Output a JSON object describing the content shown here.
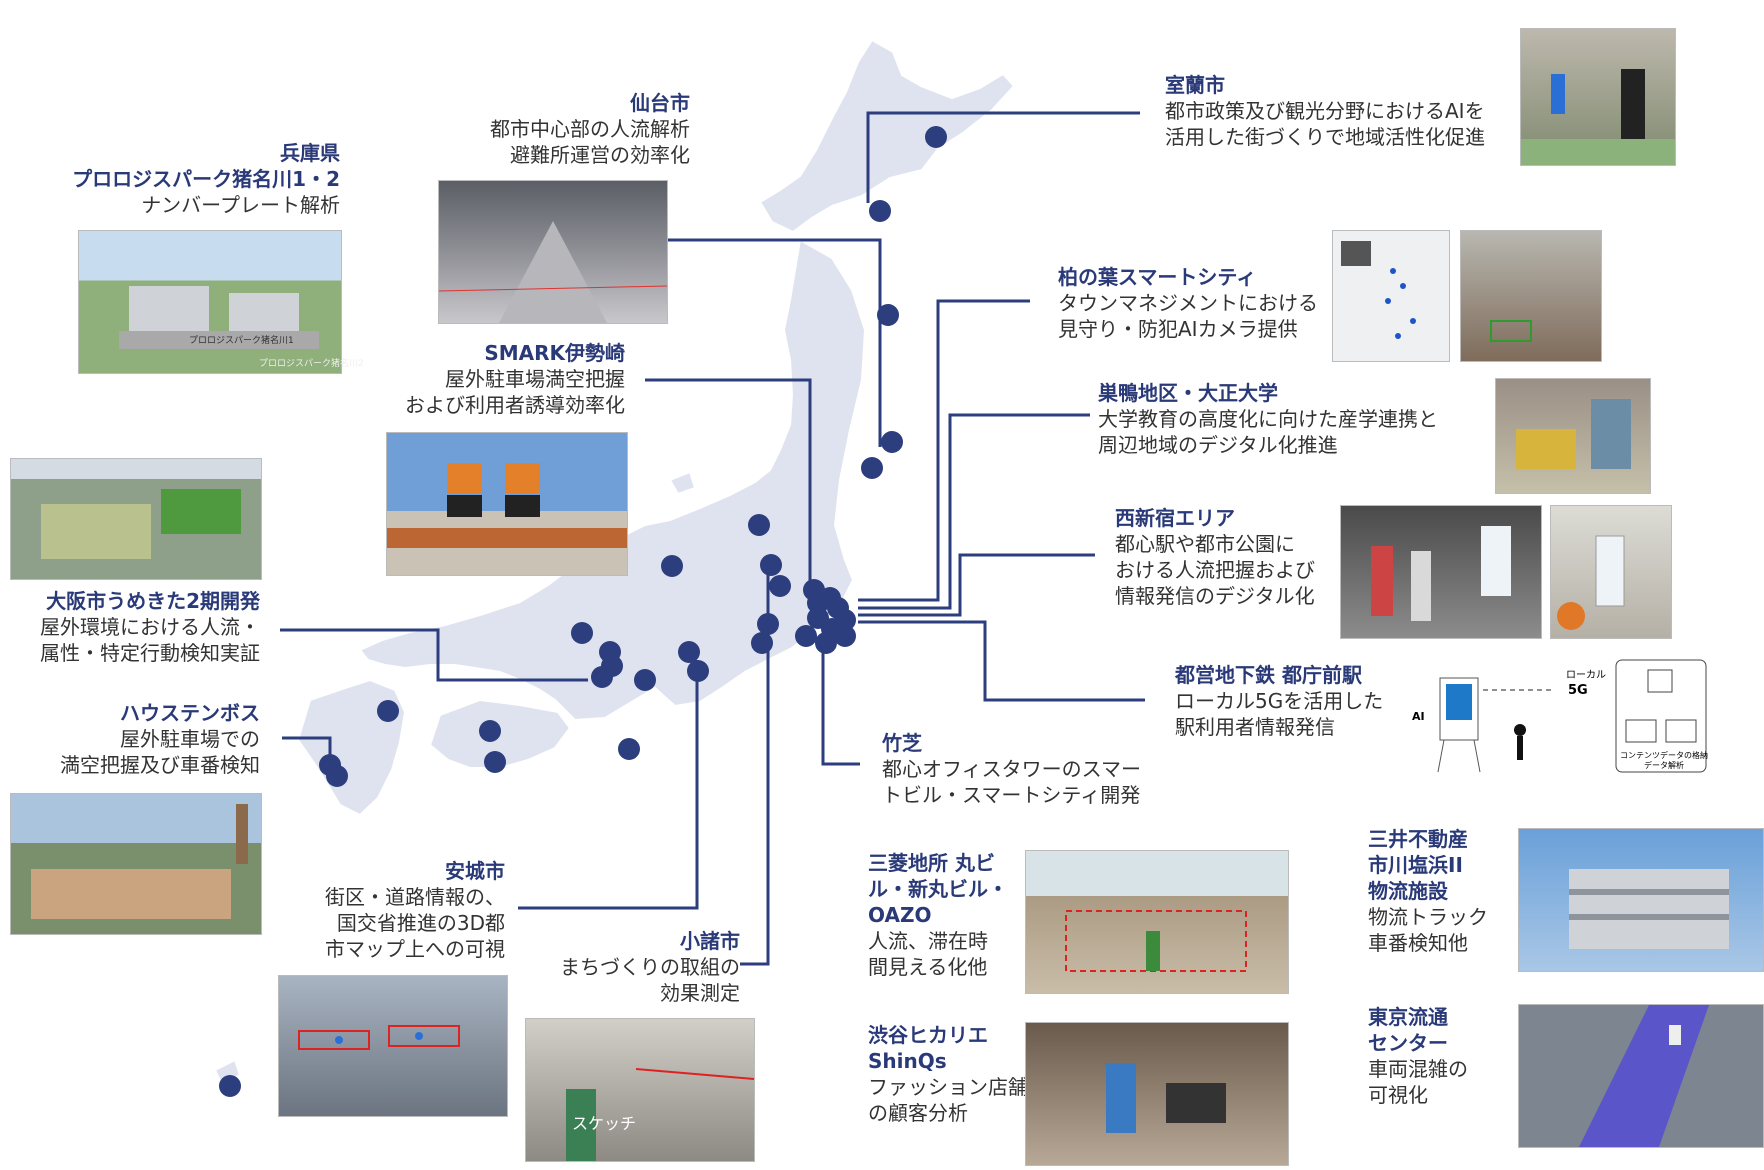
{
  "colors": {
    "land": "#dfe3ef",
    "line": "#2d3e7e",
    "dot": "#2d3e7e",
    "title": "#2a3a78"
  },
  "sites": {
    "hyogo": {
      "title1": "兵庫県",
      "title2": "プロロジスパーク猪名川1・2",
      "desc1": "ナンバープレート解析",
      "photo_text1": "プロロジスパーク猪名川1",
      "photo_text2": "プロロジスパーク猪名川2"
    },
    "sendai": {
      "title1": "仙台市",
      "desc1": "都市中心部の人流解析",
      "desc2": "避難所運営の効率化"
    },
    "smark": {
      "title1": "SMARK伊勢崎",
      "desc1": "屋外駐車場満空把握",
      "desc2": "および利用者誘導効率化"
    },
    "umekita": {
      "title1": "大阪市うめきた2期開発",
      "desc1": "屋外環境における人流・",
      "desc2": "属性・特定行動検知実証"
    },
    "huis": {
      "title1": "ハウステンボス",
      "desc1": "屋外駐車場での",
      "desc2": "満空把握及び車番検知"
    },
    "anjo": {
      "title1": "安城市",
      "desc1": "街区・道路情報の、",
      "desc2": "国交省推進の3D都",
      "desc3": "市マップ上への可視"
    },
    "komoro": {
      "title1": "小諸市",
      "desc1": "まちづくりの取組の",
      "desc2": "効果測定",
      "photo_text1": "スケッチ"
    },
    "muroran": {
      "title1": "室蘭市",
      "desc1": "都市政策及び観光分野におけるAIを",
      "desc2": "活用した街づくりで地域活性化促進"
    },
    "kashiwa": {
      "title1": "柏の葉スマートシティ",
      "desc1": "タウンマネジメントにおける",
      "desc2": "見守り・防犯AIカメラ提供"
    },
    "sugamo": {
      "title1": "巣鴨地区・大正大学",
      "desc1": "大学教育の高度化に向けた産学連携と",
      "desc2": "周辺地域のデジタル化推進"
    },
    "nishishinjuku": {
      "title1": "西新宿エリア",
      "desc1": "都心駅や都市公園に",
      "desc2": "おける人流把握および",
      "desc3": "情報発信のデジタル化"
    },
    "toei": {
      "title1": "都営地下鉄 都庁前駅",
      "desc1": "ローカル5Gを活用した",
      "desc2": "駅利用者情報発信",
      "diagram_ai": "AI",
      "diagram_local": "ローカル",
      "diagram_5g": "5G",
      "diagram_caption1": "コンテンツデータの格納",
      "diagram_caption2": "データ解析"
    },
    "takeshiba": {
      "title1": "竹芝",
      "desc1": "都心オフィスタワーのスマー",
      "desc2": "トビル・スマートシティ開発"
    },
    "marunouchi": {
      "title1": "三菱地所 丸ビ",
      "title2": "ル・新丸ビル・",
      "title3": "OAZO",
      "desc1": "人流、滞在時",
      "desc2": "間見える化他"
    },
    "shibuya": {
      "title1": "渋谷ヒカリエ",
      "title2": "ShinQs",
      "desc1": "ファッション店舗",
      "desc2": "の顧客分析"
    },
    "mitsui": {
      "title1": "三井不動産",
      "title2": "市川塩浜II",
      "title3": "物流施設",
      "desc1": "物流トラック",
      "desc2": "車番検知他"
    },
    "tokyoryutsu": {
      "title1": "東京流通",
      "title2": "センター",
      "desc1": "車両混雑の",
      "desc2": "可視化"
    }
  }
}
